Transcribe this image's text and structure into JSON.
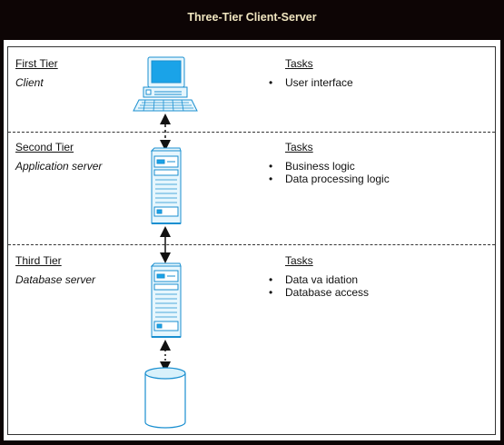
{
  "title": "Three-Tier Client-Server",
  "tiers": [
    {
      "name": "First Tier",
      "role": "Client",
      "tasks_heading": "Tasks",
      "tasks": [
        "User interface"
      ],
      "icon": "desktop-computer-icon"
    },
    {
      "name": "Second Tier",
      "role": "Application server",
      "tasks_heading": "Tasks",
      "tasks": [
        "Business logic",
        "Data processing logic"
      ],
      "icon": "server-tower-icon"
    },
    {
      "name": "Third Tier",
      "role": "Database server",
      "tasks_heading": "Tasks",
      "tasks": [
        "Data va idation",
        "Database access"
      ],
      "icon": "server-tower-icon"
    }
  ],
  "database_icon": "database-cylinder-icon",
  "colors": {
    "title_bg": "#0d0505",
    "title_text": "#f0e6c0",
    "icon_stroke": "#1a8fd0",
    "icon_fill": "#e6f6fd",
    "screen": "#1aa3e8"
  }
}
